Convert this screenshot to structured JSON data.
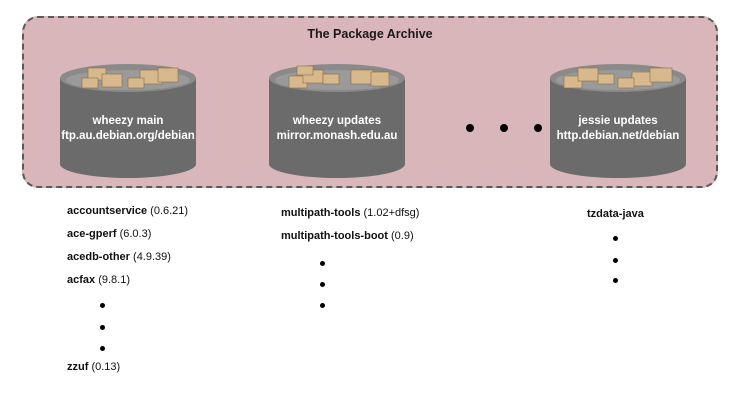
{
  "archive": {
    "title": "The Package Archive"
  },
  "repos": [
    {
      "name": "wheezy main",
      "url": "ftp.au.debian.org/debian"
    },
    {
      "name": "wheezy updates",
      "url": "mirror.monash.edu.au"
    },
    {
      "name": "jessie updates",
      "url": "http.debian.net/debian"
    }
  ],
  "columns": [
    {
      "packages": [
        {
          "name": "accountservice",
          "version": "(0.6.21)"
        },
        {
          "name": "ace-gperf",
          "version": "(6.0.3)"
        },
        {
          "name": "acedb-other",
          "version": "(4.9.39)"
        },
        {
          "name": "acfax",
          "version": "(9.8.1)"
        },
        {
          "name": "zzuf",
          "version": "(0.13)"
        }
      ]
    },
    {
      "packages": [
        {
          "name": "multipath-tools",
          "version": "(1.02+dfsg)"
        },
        {
          "name": "multipath-tools-boot",
          "version": "(0.9)"
        }
      ]
    },
    {
      "packages": [
        {
          "name": "tzdata-java",
          "version": ""
        }
      ]
    }
  ],
  "colors": {
    "archive_bg": "#d9b6b9",
    "cylinder": "#6b6b6b",
    "box": "#d8b98e"
  }
}
